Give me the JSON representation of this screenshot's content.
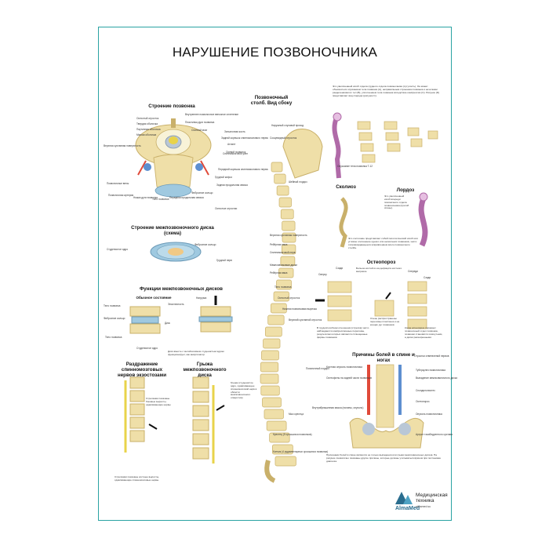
{
  "poster": {
    "title": "НАРУШЕНИЕ ПОЗВОНОЧНИКА",
    "sections": {
      "vertebra": "Строение позвонка",
      "spine_side": "Позвоночный столб. Вид сбоку",
      "disc": "Строение межпозвоночного диска (схема)",
      "functions": "Функции межпозвоночных дисков",
      "normal": "Обычное состояние",
      "spondylo": "Раздражение спинномозговых нервов экзостозами",
      "hernia": "Грыжа межпозвоночного диска",
      "scoliosis": "Сколиоз",
      "lordosis": "Лордоз",
      "osteoporosis": "Остеопороз",
      "pain": "Причины болей в спине и ногах"
    },
    "labels": {
      "vertebra": [
        "Остистый отросток",
        "Твердая оболочка",
        "Паутинная оболочка",
        "Мягкая оболочка",
        "Верхняя суставная поверхность",
        "Позвоночные вены",
        "Позвоночная артерия",
        "Ножка дуги позвонка",
        "Тело позвонка",
        "Передняя продольная связка",
        "Фиброзное кольцо",
        "Внутреннее позвоночное венозное сплетение",
        "Пластинка дуги позвонка",
        "Спинной мозг",
        "Задний корешок спинномозгового нерва",
        "Спинномозговой узел",
        "Передний корешок спинномозгового нерва",
        "Задняя продольная связка"
      ],
      "disc": [
        "Студенистое ядро",
        "Фиброзное кольцо",
        "Грудной нерв"
      ],
      "functions": [
        "Тело позвонка",
        "Фиброзное кольцо",
        "Тело позвонка",
        "Студенистое ядро",
        "Диск",
        "Нагрузка",
        "Эластичность"
      ],
      "spine": [
        "Затылочная кость",
        "Атлант",
        "Осевой позвонок",
        "Наружный слуховой проход",
        "Сосцевидный отросток",
        "Шейный лордоз",
        "Верхняя суставная поверхность",
        "Ребёрная ямка",
        "Спинномозговой нерв",
        "Межпозвонковые диски",
        "Ребёрная ямка",
        "Тело позвонка",
        "Остистый отросток",
        "Нижняя позвонковая вырезка",
        "Верхний суставной отросток",
        "Поясничный лордоз",
        "Мыс крестца",
        "Крестец (5 сросшихся позвонков)",
        "Копчик (4 рудиментарных сросшихся позвонка)",
        "Грудной кифоз",
        "Остистые отростки"
      ],
      "pain": [
        "Отростки ответвлений нервов",
        "Костная опухоль позвоночника",
        "Остеофиты на задней части позвонков",
        "Туберкулез позвоночника",
        "Выпадение межпозвоночного диска",
        "Спондилолистез",
        "Остеопороз",
        "Внутрибрюшинная масса (полипы, опухоль)",
        "Опухоль позвоночника",
        "Артрит тазобедренного сустава"
      ]
    },
    "paragraphs": {
      "kyphosis": "Это увеличенный изгиб отдела грудного отдела позвоночника (сутулость). Он может объясняться опусканием тела позвонка (A), неправильным строением позвонка и нечеткими разделениями их тел (B), уплотнением тела позвонка вследствие компрессии (C). Рисунок (D) представляет вид спереди (рисунок C).",
      "kyphosis_lbl": "Опускание тела позвонка T-12",
      "lordosis": "Это увеличенный изгиб впереди поясничного отдела позвоночника (прогиб спины).",
      "scoliosis": "Это состояние представляет собой патологический изгиб или угловое отклонение одного или нескольких позвонков, часто сопровождающееся искривлением всего позвоночного столба.",
      "osteoporosis": "Больше костей из-за дефицита костного матрикса",
      "osteo2": "В трудоспособном отношении (стрелка) часто наблюдаются компрессионные переломы, результатом которых являются сплющенные формы позвонков",
      "osteo3": "Очень распространены переломы пластинок и на концах дуг позвонков",
      "osteo4": "Когда остеопороз поражает позвоночный отдел позвонка, позвонки становятся изогнутыми, а диски расширенными.",
      "functions": "Диск вместе с метаболизмом студенистым ядром функционирует, как амортизатор",
      "spondylo": "Стрелками показаны костные выросты, сдавливающие спинномозговые нервы",
      "spondylo_lbl": "Стрелками показаны боковые выросты, сдавливающие нервы",
      "hernia": "Грыжа (студенистое ядро, сдавливающее спинномозговой нерв в области межпозвоночного отверстия)",
      "pain": "Причинами болей в спине являются не только выпадения или грыжи межпозвоночных дисков. На рисунке схематично показаны другие причины, которые должны учитываться врачом при постановке диагноза.",
      "osteo_labels": [
        "Сверху",
        "Сзади",
        "Спереди",
        "Сзади"
      ]
    },
    "logo": {
      "brand": "AlmaMed",
      "name": "Медицинская техника",
      "url": "almamed.su",
      "color": "#2a6d8e"
    },
    "colors": {
      "frame": "#2aa3a3",
      "bone": "#efdfa8",
      "bone_dark": "#c9b06a",
      "disc": "#9fc9e0",
      "nerve": "#e8d34a",
      "body_fill": "#e6bfe1"
    }
  }
}
